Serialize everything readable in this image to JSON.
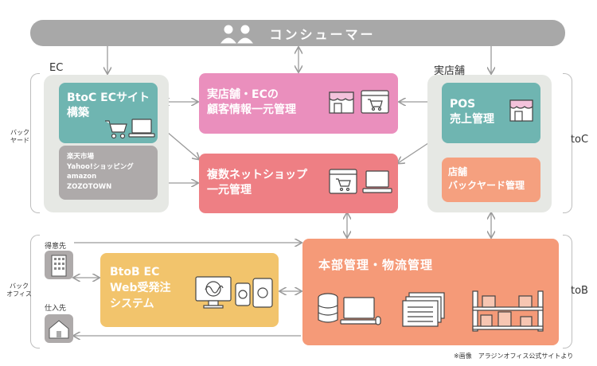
{
  "consumer": {
    "label": "コンシューマー",
    "icon": "consumer-people-icon"
  },
  "ec_panel": {
    "label": "EC"
  },
  "store_panel": {
    "label": "実店舗"
  },
  "side_labels": {
    "backyard": "バック\nヤード",
    "backoffice": "バック\nオフィス",
    "toC": "toC",
    "toB": "toB"
  },
  "boxes": {
    "btoc_ec": "BtoC ECサイト\n構築",
    "marketplaces": "楽天市場\nYahoo!ショッピング\namazon\nZOZOTOWN",
    "crm": "実店舗・ECの\n顧客情報一元管理",
    "multi_shop": "複数ネットショップ\n一元管理",
    "pos": "POS\n売上管理",
    "store_backyard": "店舗\nバックヤード管理",
    "btob_ec": "BtoB EC\nWeb受発注\nシステム",
    "hq": "本部管理・物流管理"
  },
  "parties": {
    "customer": "得意先",
    "supplier": "仕入先"
  },
  "credit": "※画像　アラジンオフィス公式サイトより",
  "colors": {
    "teal": "#6fb5b1",
    "pink": "#ea8fbd",
    "coral": "#ee7f84",
    "salmon": "#f5a07f",
    "orange": "#f59a78",
    "yellow": "#f2c46c",
    "grey_box": "#aeaaaa",
    "panel": "#e6e8e4",
    "topbar": "#a8a8a8"
  }
}
